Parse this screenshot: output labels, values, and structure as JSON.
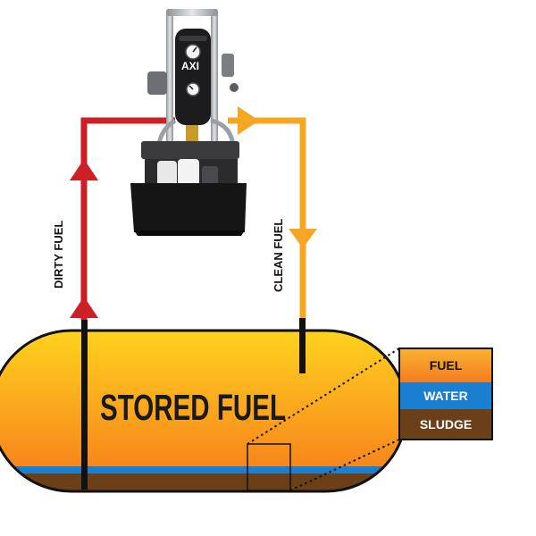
{
  "diagram": {
    "tank_label": "STORED FUEL",
    "dirty_label": "DIRTY FUEL",
    "clean_label": "CLEAN FUEL",
    "logo_text": "AXI",
    "layers": [
      "FUEL",
      "WATER",
      "SLUDGE"
    ]
  },
  "colors": {
    "dirty_line": "#cc1f26",
    "clean_line": "#f5a623",
    "fuel_top": "#ffd21f",
    "fuel_bottom": "#f7871c",
    "water": "#1a7fd0",
    "sludge": "#6b3f18",
    "tank_outline": "#111111"
  }
}
